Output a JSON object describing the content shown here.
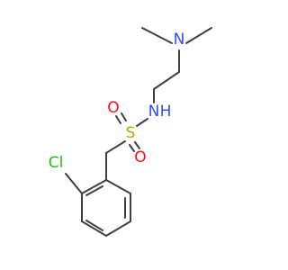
{
  "molecule": {
    "atoms": {
      "n_amine": {
        "symbol": "N",
        "color": "#3050F8"
      },
      "n_amide": {
        "symbol": "N",
        "color": "#3050F8"
      },
      "h_amide": {
        "symbol": "H",
        "color": "#3050F8"
      },
      "sulfur": {
        "symbol": "S",
        "color": "#C8A000"
      },
      "oxygen_top": {
        "symbol": "O",
        "color": "#FF0D0D"
      },
      "oxygen_bottom": {
        "symbol": "O",
        "color": "#FF0D0D"
      },
      "chlorine": {
        "symbol": "Cl",
        "color": "#1FBF1F"
      }
    },
    "bond_color": "#404040"
  }
}
